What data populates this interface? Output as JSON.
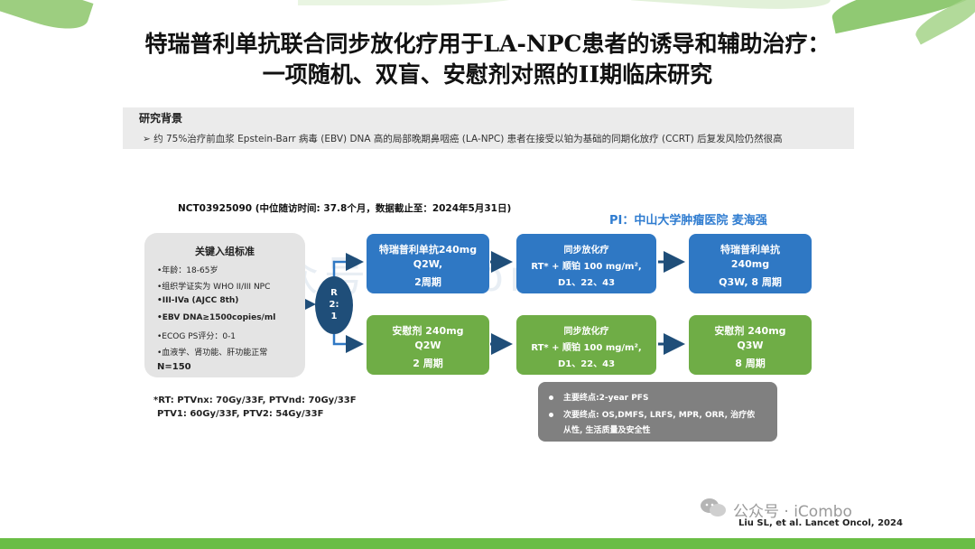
{
  "title": {
    "line1": "特瑞普利单抗联合同步放化疗用于LA-NPC患者的诱导和辅助治疗：",
    "line2": "一项随机、双盲、安慰剂对照的II期临床研究"
  },
  "background": {
    "heading": "研究背景",
    "bullet": "➢  约 75%治疗前血浆 Epstein-Barr 病毒 (EBV) DNA 高的局部晚期鼻咽癌 (LA-NPC) 患者在接受以铂为基础的同期化放疗 (CCRT) 后复发风险仍然很高"
  },
  "nct": "NCT03925090   (中位随访时间: 37.8个月，数据截止至：2024年5月31日)",
  "pi": "PI：中山大学肿瘤医院   麦海强",
  "criteria": {
    "title": "关键入组标准",
    "items": [
      "•年龄：18-65岁",
      "•组织学证实为 WHO II/III NPC",
      "•III-IVa (AJCC 8th)",
      "•EBV DNA≥1500copies/ml",
      "•ECOG PS评分：0-1",
      "•血液学、肾功能、肝功能正常",
      "N=150"
    ]
  },
  "randomization": {
    "l1": "R",
    "l2": "2:",
    "l3": "1"
  },
  "arm_treatment": {
    "induction": [
      "特瑞普利单抗240mg",
      "Q2W,",
      "2周期"
    ],
    "ccrt": [
      "同步放化疗",
      "RT* + 顺铂 100 mg/m²,",
      "D1、22、43"
    ],
    "adjuvant": [
      "特瑞普利单抗",
      "240mg",
      "Q3W, 8 周期"
    ]
  },
  "arm_placebo": {
    "induction": [
      "安慰剂 240mg",
      "Q2W",
      "2 周期"
    ],
    "ccrt": [
      "同步放化疗",
      "RT* + 顺铂 100 mg/m²,",
      "D1、22、43"
    ],
    "adjuvant": [
      "安慰剂 240mg",
      "Q3W",
      "8 周期"
    ]
  },
  "footnote": {
    "l1": "*RT: PTVnx: 70Gy/33F, PTVnd: 70Gy/33F",
    "l2": "PTV1: 60Gy/33F, PTV2: 54Gy/33F"
  },
  "endpoints": {
    "primary": "主要终点:2-year PFS",
    "secondary_l1": "次要终点: OS,DMFS, LRFS, MPR, ORR, 治疗依",
    "secondary_l2": "从性, 生活质量及安全性"
  },
  "watermark": {
    "center": "公众号 · iCombo",
    "bottom": "公众号 · iCombo"
  },
  "citation": "Liu SL, et al. Lancet Oncol, 2024",
  "colors": {
    "blue": "#2f78c4",
    "green": "#6fad46",
    "navy": "#1f4e79",
    "gray": "#808080"
  }
}
